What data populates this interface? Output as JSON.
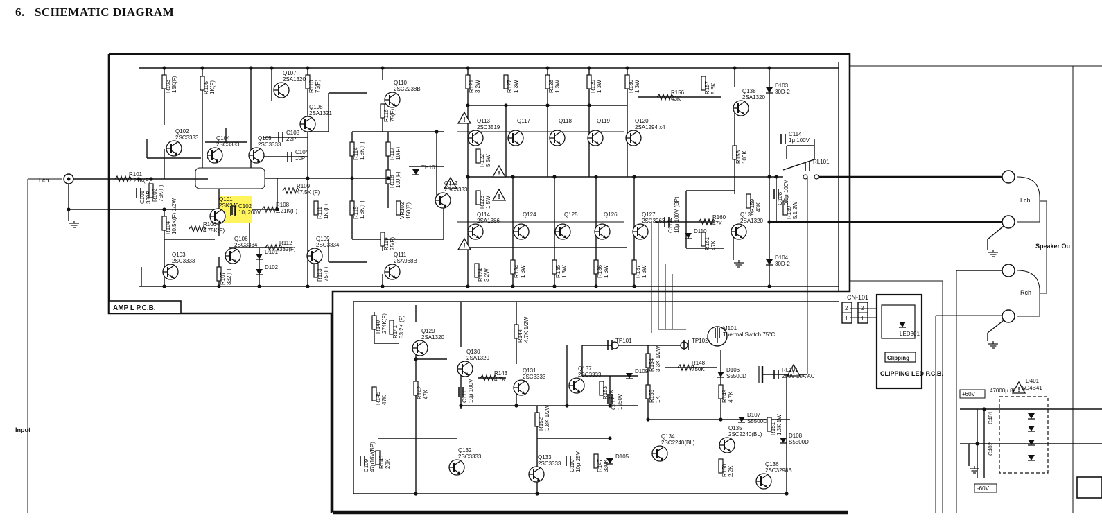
{
  "title": {
    "number": "6.",
    "text": "SCHEMATIC DIAGRAM"
  },
  "highlight_color": "#fff45c",
  "io": {
    "lch_in": "Lch",
    "input": "Input",
    "lch_out": "Lch",
    "rch_out": "Rch",
    "speaker_out": "Speaker Ou"
  },
  "boards": {
    "amp": "AMP L P.C.B.",
    "clip_led": "CLIPPING LED P.C.B.",
    "clipping_tag": "Clipping",
    "connector": "CN-101"
  },
  "amp_labels": [
    {
      "ref": "R103",
      "val": "15K(F)"
    },
    {
      "ref": "R105",
      "val": "1K(F)"
    },
    {
      "ref": "Q107",
      "val": "2SA1320"
    },
    {
      "ref": "R110",
      "val": "75(F)"
    },
    {
      "ref": "Q108",
      "val": "2SA1321"
    },
    {
      "ref": "C103",
      "val": "22P"
    },
    {
      "ref": "Q102",
      "val": "2SC3333"
    },
    {
      "ref": "Q104",
      "val": "2SC3333"
    },
    {
      "ref": "Q105",
      "val": "2SC3333"
    },
    {
      "ref": "C104",
      "val": "10P"
    },
    {
      "ref": "R101",
      "val": "2.21K(F)"
    },
    {
      "ref": "C101",
      "val": "330P"
    },
    {
      "ref": "R102",
      "val": "75K(F)"
    },
    {
      "ref": "Q101",
      "val": "2SK240"
    },
    {
      "ref": "C102",
      "val": "10μ200V"
    },
    {
      "ref": "R108",
      "val": "2.21K(F)"
    },
    {
      "ref": "R109",
      "val": "47.5K (F)"
    },
    {
      "ref": "R104",
      "val": "10.5K(F) 1/2W"
    },
    {
      "ref": "R106",
      "val": "4.75K(F)"
    },
    {
      "ref": "Q109",
      "val": "2SC3334"
    },
    {
      "ref": "Q103",
      "val": "2SC3333"
    },
    {
      "ref": "Q106",
      "val": "2SC3334"
    },
    {
      "ref": "D101",
      "val": ""
    },
    {
      "ref": "R112",
      "val": "332(F)"
    },
    {
      "ref": "R107",
      "val": "332(F)"
    },
    {
      "ref": "D102",
      "val": ""
    },
    {
      "ref": "R111",
      "val": "1K (F)"
    },
    {
      "ref": "R113",
      "val": "75 (F)"
    },
    {
      "ref": "Q110",
      "val": "2SC2238B"
    },
    {
      "ref": "R116",
      "val": "75(F)"
    },
    {
      "ref": "R114",
      "val": "1.8K(F)"
    },
    {
      "ref": "R117",
      "val": "10(F)"
    },
    {
      "ref": "TH101",
      "val": ""
    },
    {
      "ref": "R118",
      "val": "100(F)"
    },
    {
      "ref": "R115",
      "val": "1.8K(F)"
    },
    {
      "ref": "VR102",
      "val": "150(B)"
    },
    {
      "ref": "Q112",
      "val": "2SC3333"
    },
    {
      "ref": "Q111",
      "val": "2SA968B"
    },
    {
      "ref": "R119",
      "val": "75(F)"
    },
    {
      "ref": "Q113",
      "val": "2SC3519"
    },
    {
      "ref": "Q114",
      "val": "2SA1386"
    },
    {
      "ref": "R121",
      "val": "3 2W"
    },
    {
      "ref": "R122",
      "val": "5 5W"
    },
    {
      "ref": "R123",
      "val": "1 5W"
    },
    {
      "ref": "R124",
      "val": "3 2W"
    },
    {
      "ref": "R127",
      "val": "1 3W"
    },
    {
      "ref": "R128",
      "val": "1 3W"
    },
    {
      "ref": "R129",
      "val": "1 3W"
    },
    {
      "ref": "R130",
      "val": "1 3W"
    },
    {
      "ref": "Q117",
      "val": ""
    },
    {
      "ref": "Q118",
      "val": ""
    },
    {
      "ref": "Q119",
      "val": ""
    },
    {
      "ref": "Q120",
      "val": "2SA1294 x4"
    },
    {
      "ref": "Q124",
      "val": ""
    },
    {
      "ref": "Q125",
      "val": ""
    },
    {
      "ref": "Q126",
      "val": ""
    },
    {
      "ref": "Q127",
      "val": "2SC3263 x4"
    },
    {
      "ref": "R134",
      "val": "1 3W"
    },
    {
      "ref": "R135",
      "val": "1 3W"
    },
    {
      "ref": "R136",
      "val": "1 3W"
    },
    {
      "ref": "R137",
      "val": "1 3W"
    },
    {
      "ref": "R157",
      "val": "5.6K"
    },
    {
      "ref": "R156",
      "val": "43K"
    },
    {
      "ref": "D103",
      "val": "30D-2"
    },
    {
      "ref": "Q138",
      "val": "2SA1320"
    },
    {
      "ref": "R158",
      "val": "100K"
    },
    {
      "ref": "C114",
      "val": "1μ 100V"
    },
    {
      "ref": "RL101",
      "val": ""
    },
    {
      "ref": "C113",
      "val": "10μ 100V (BP)"
    },
    {
      "ref": "R160",
      "val": "47K"
    },
    {
      "ref": "Q139",
      "val": "2SA1320"
    },
    {
      "ref": "R159",
      "val": "43K"
    },
    {
      "ref": "R139",
      "val": "5.1 2W"
    },
    {
      "ref": "C108",
      "val": "0.1μ 100V"
    },
    {
      "ref": "D110",
      "val": ""
    },
    {
      "ref": "R161",
      "val": "47K"
    },
    {
      "ref": "D104",
      "val": "30D-2"
    }
  ],
  "protect_labels": [
    {
      "ref": "R140",
      "val": "274K(F)"
    },
    {
      "ref": "R141",
      "val": "33.2K (F)"
    },
    {
      "ref": "Q129",
      "val": "2SA1320"
    },
    {
      "ref": "Q130",
      "val": "2SA1320"
    },
    {
      "ref": "R144",
      "val": "4.7K 1/2W"
    },
    {
      "ref": "R143",
      "val": "4.7K"
    },
    {
      "ref": "Q131",
      "val": "2SC3333"
    },
    {
      "ref": "C111",
      "val": "10μ 100V"
    },
    {
      "ref": "R142",
      "val": "47K"
    },
    {
      "ref": "R145",
      "val": "47K"
    },
    {
      "ref": "Q137",
      "val": "2SC3333"
    },
    {
      "ref": "TP101",
      "val": ""
    },
    {
      "ref": "TP102",
      "val": ""
    },
    {
      "ref": "D109",
      "val": ""
    },
    {
      "ref": "R154",
      "val": "3.3K 1/2W"
    },
    {
      "ref": "R153",
      "val": "22K"
    },
    {
      "ref": "C112",
      "val": "1μ50V"
    },
    {
      "ref": "R155",
      "val": "1K"
    },
    {
      "ref": "R148",
      "val": "750K"
    },
    {
      "ref": "M101",
      "val": "Thermal Switch 75°C"
    },
    {
      "ref": "D106",
      "val": "S5500D"
    },
    {
      "ref": "R149",
      "val": "4.7K"
    },
    {
      "ref": "RL101",
      "val": "250V 10A AC"
    },
    {
      "ref": "C109",
      "val": "47μ16V(BP)"
    },
    {
      "ref": "R146",
      "val": "20K"
    },
    {
      "ref": "Q132",
      "val": "2SC3333"
    },
    {
      "ref": "Q133",
      "val": "2SC3333"
    },
    {
      "ref": "R152",
      "val": "1.8K 1/2W"
    },
    {
      "ref": "C110",
      "val": "10μ 25V"
    },
    {
      "ref": "R147",
      "val": "330K"
    },
    {
      "ref": "D105",
      "val": ""
    },
    {
      "ref": "Q134",
      "val": "2SC2240(BL)"
    },
    {
      "ref": "Q135",
      "val": "2SC2240(BL)"
    },
    {
      "ref": "D107",
      "val": "S5500D"
    },
    {
      "ref": "R151",
      "val": "1.3K 1W"
    },
    {
      "ref": "D108",
      "val": "S5500D"
    },
    {
      "ref": "Q136",
      "val": "2SC3298B"
    },
    {
      "ref": "R150",
      "val": "2.2K"
    }
  ],
  "power": {
    "pos": "+60V",
    "neg": "-60V",
    "c401": "C401",
    "c402": "C402",
    "c_val": "47000μ 80Vx2",
    "d401": "D401",
    "d401_val": "15G4B41"
  },
  "connector_pins": [
    "2",
    "1",
    "2",
    "1"
  ],
  "led": "LED301"
}
